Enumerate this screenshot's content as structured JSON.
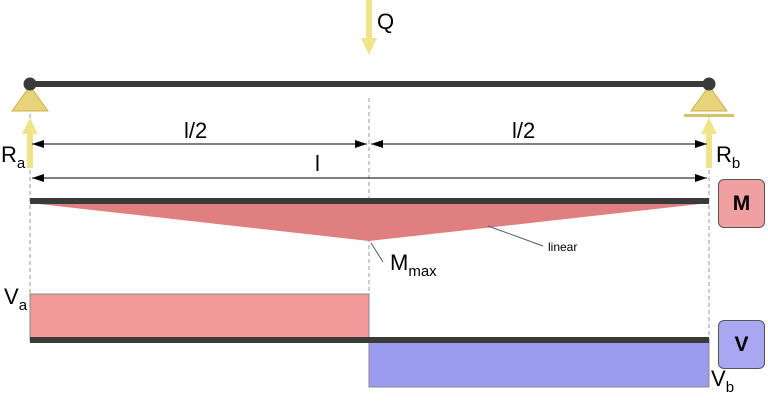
{
  "load": {
    "label": "Q"
  },
  "reactions": {
    "left": {
      "main": "R",
      "sub": "a"
    },
    "right": {
      "main": "R",
      "sub": "b"
    }
  },
  "dimensions": {
    "half_left": "l/2",
    "half_right": "l/2",
    "span": "l"
  },
  "moment": {
    "tag": "M",
    "max_main": "M",
    "max_sub": "max",
    "shape_note": "linear"
  },
  "shear": {
    "tag": "V",
    "left_main": "V",
    "left_sub": "a",
    "right_main": "V",
    "right_sub": "b"
  },
  "colors": {
    "beam": "#3a3a3a",
    "support": "#e6d37a",
    "arrow": "#f1e38a",
    "moment_fill": "#df7f7f",
    "moment_tag": "#f0a0a0",
    "shear_positive": "#f29a9a",
    "shear_negative": "#9b9bf0",
    "shear_tag": "#a7a7f2"
  }
}
